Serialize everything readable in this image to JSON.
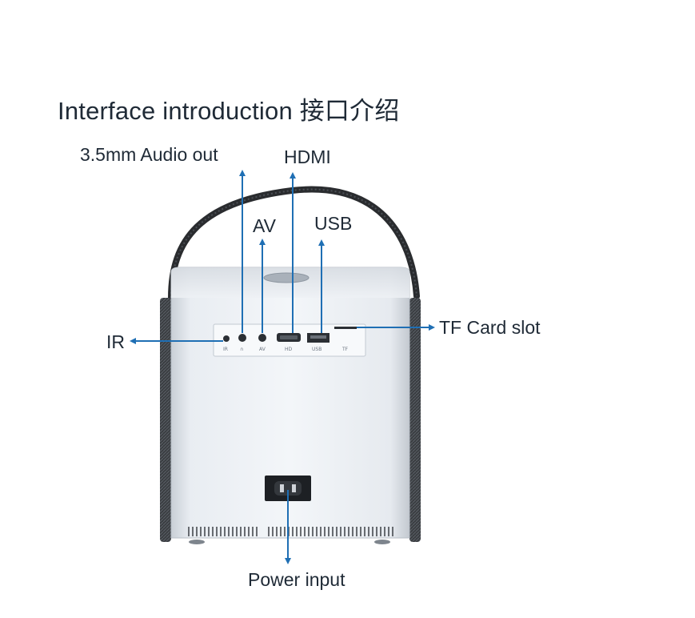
{
  "title": "Interface introduction 接口介绍",
  "labels": {
    "audio_out": "3.5mm Audio out",
    "hdmi": "HDMI",
    "av": "AV",
    "usb": "USB",
    "ir": "IR",
    "tf_card_slot": "TF Card slot",
    "power_input": "Power input"
  },
  "panel_labels": {
    "ir": "IR",
    "headphone": "∩",
    "av": "AV",
    "hd": "HD",
    "usb": "USB",
    "tf": "TF"
  },
  "colors": {
    "arrow": "#1f6fb4",
    "text": "#1f2a36",
    "body": "#eef1f5",
    "strap": "#2a2c2f"
  }
}
